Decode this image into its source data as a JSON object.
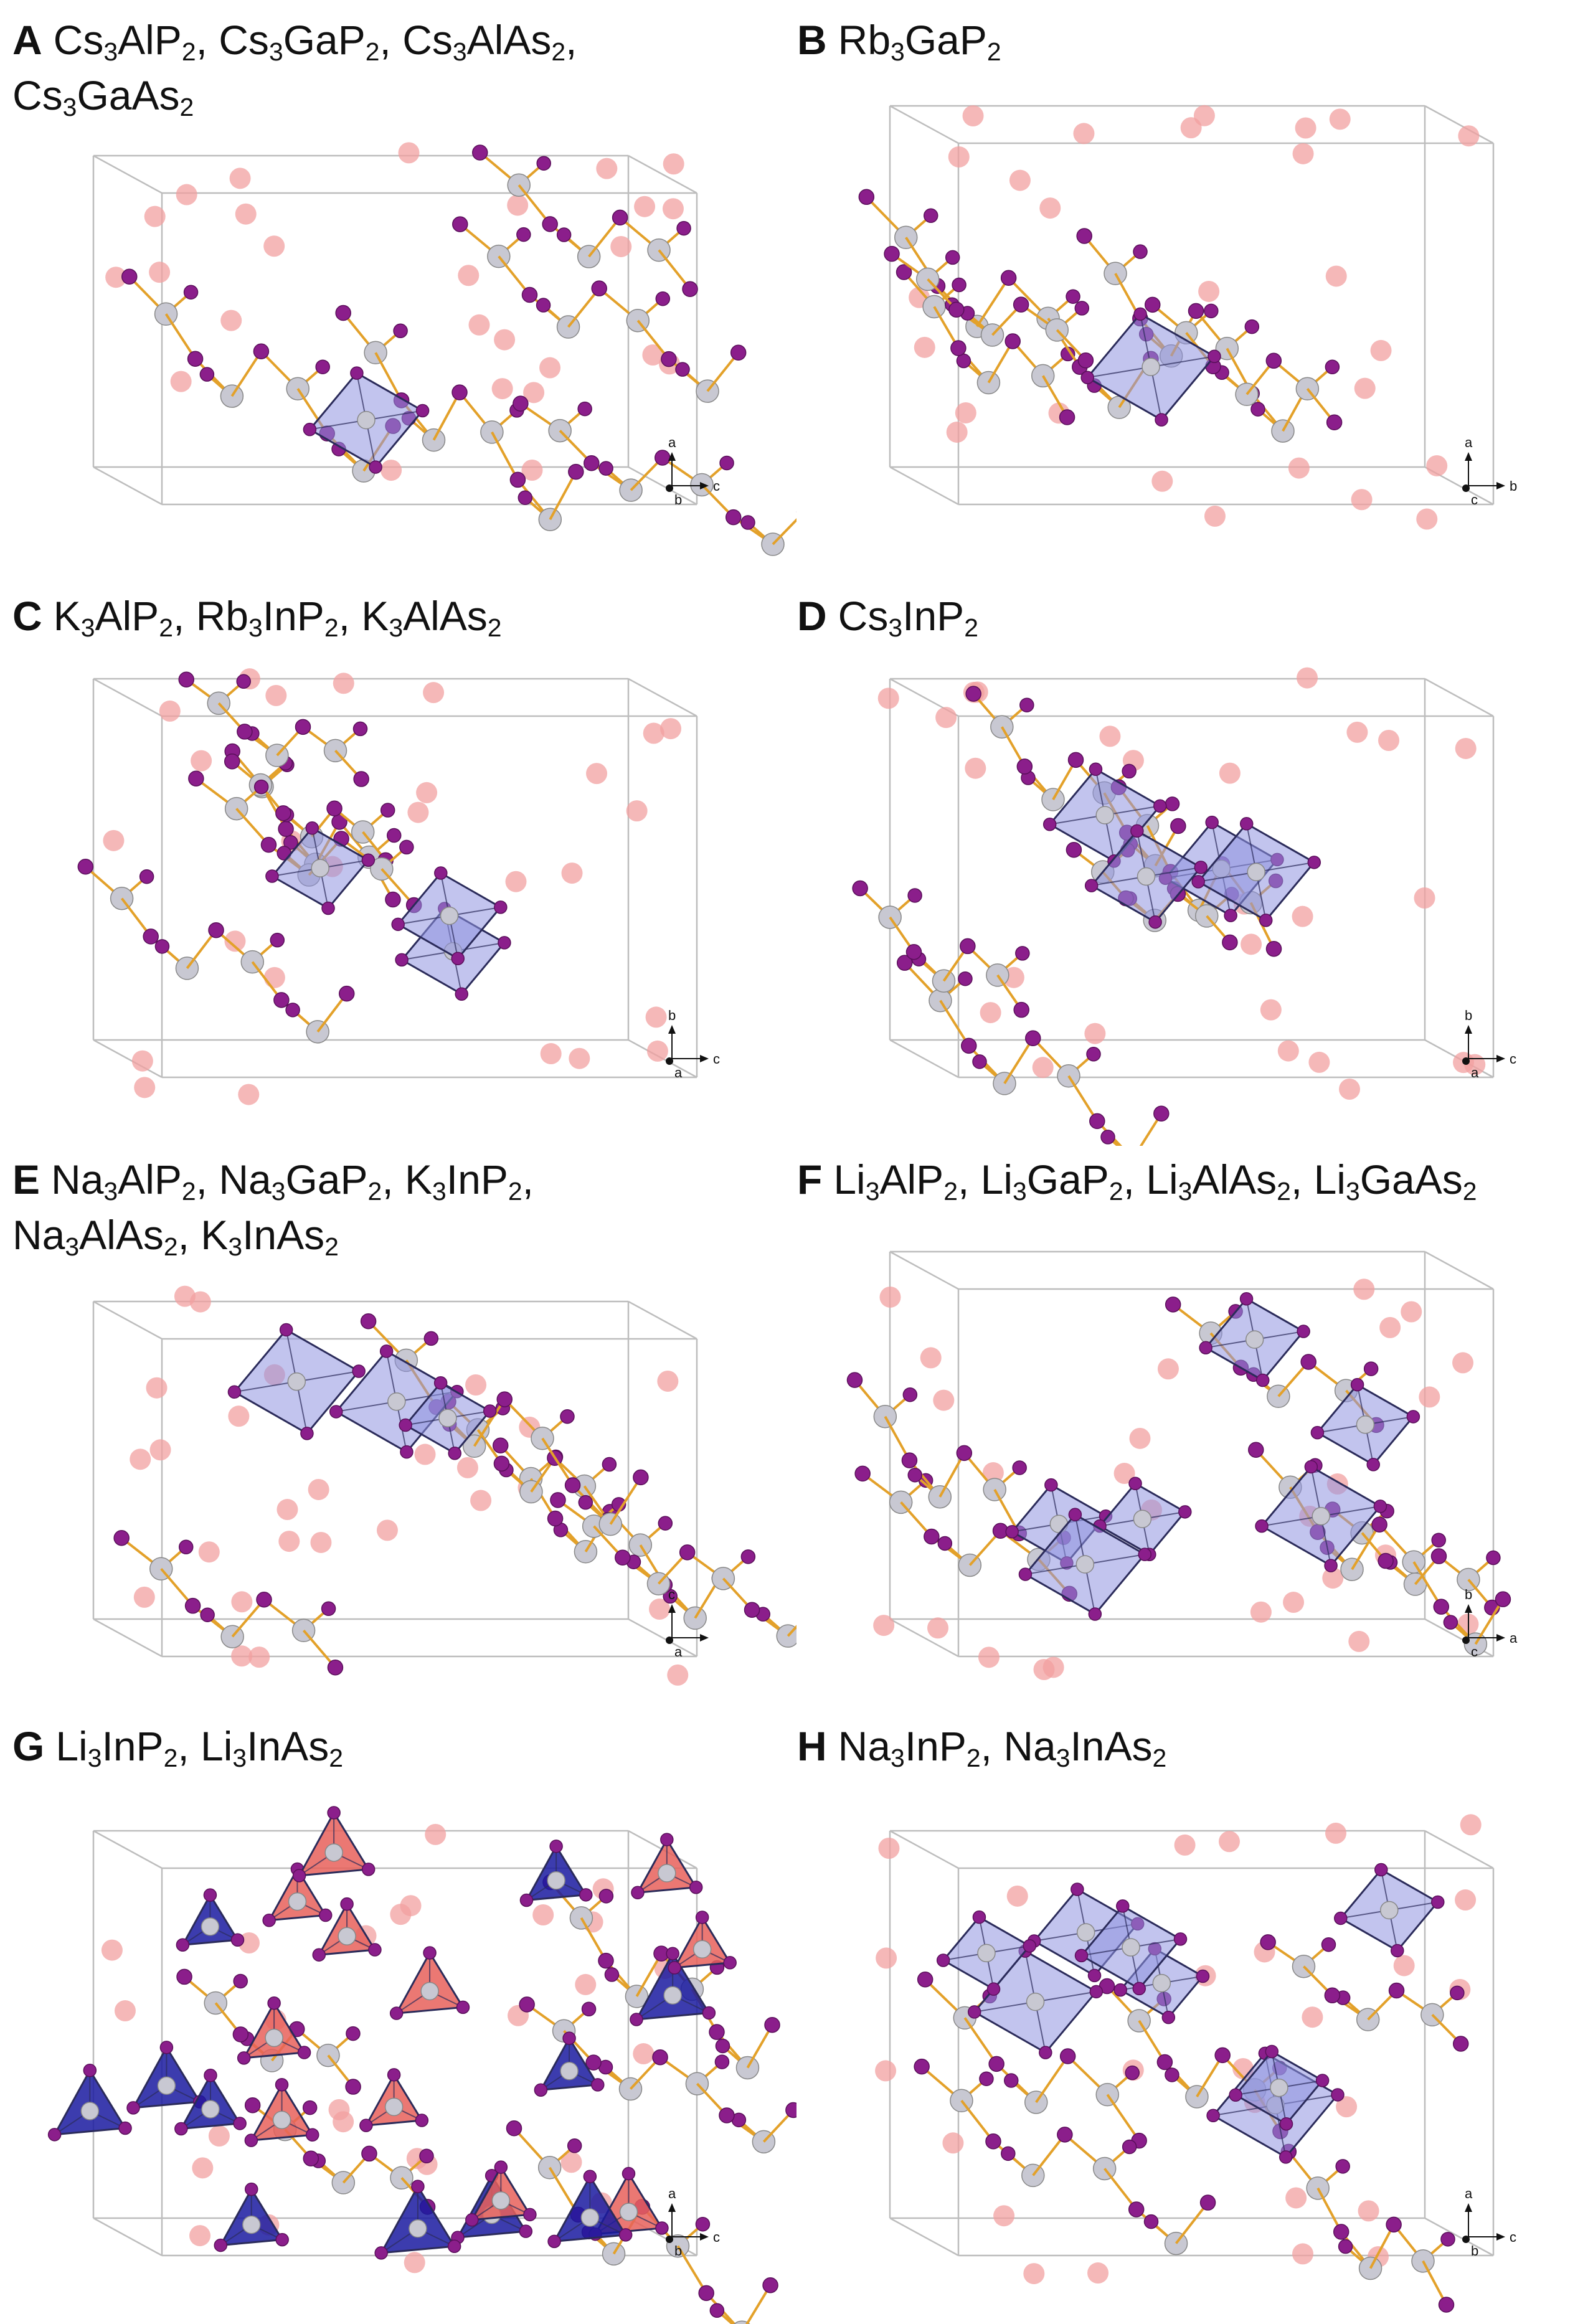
{
  "panels": [
    {
      "letter": "A",
      "lines": [
        [
          "Cs",
          "3",
          "AlP",
          "2",
          ", Cs",
          "3",
          "GaP",
          "2",
          ", Cs",
          "3",
          "AlAs",
          "2",
          ","
        ],
        [
          "Cs",
          "3",
          "GaAs",
          "2"
        ]
      ],
      "axes": {
        "up": "a",
        "right": "c",
        "dot": "b"
      }
    },
    {
      "letter": "B",
      "lines": [
        [
          "Rb",
          "3",
          "GaP",
          "2"
        ]
      ],
      "axes": {
        "up": "a",
        "right": "b",
        "dot": "c"
      }
    },
    {
      "letter": "C",
      "lines": [
        [
          "K",
          "3",
          "AlP",
          "2",
          ", Rb",
          "3",
          "InP",
          "2",
          ", K",
          "3",
          "AlAs",
          "2"
        ]
      ],
      "axes": {
        "up": "b",
        "right": "c",
        "dot": "a"
      }
    },
    {
      "letter": "D",
      "lines": [
        [
          "Cs",
          "3",
          "InP",
          "2"
        ]
      ],
      "axes": {
        "up": "b",
        "right": "c",
        "dot": "a"
      }
    },
    {
      "letter": "E",
      "lines": [
        [
          "Na",
          "3",
          "AlP",
          "2",
          ", Na",
          "3",
          "GaP",
          "2",
          ", K",
          "3",
          "InP",
          "2",
          ","
        ],
        [
          "Na",
          "3",
          "AlAs",
          "2",
          ", K",
          "3",
          "InAs",
          "2"
        ]
      ],
      "axes": {
        "up": "c",
        "right": "",
        "dot": "a"
      }
    },
    {
      "letter": "F",
      "lines": [
        [
          "Li",
          "3",
          "AlP",
          "2",
          ", Li",
          "3",
          "GaP",
          "2",
          ", Li",
          "3",
          "AlAs",
          "2",
          ", Li",
          "3",
          "GaAs",
          "2"
        ]
      ],
      "axes": {
        "up": "b",
        "right": "a",
        "dot": "c"
      }
    },
    {
      "letter": "G",
      "lines": [
        [
          "Li",
          "3",
          "InP",
          "2",
          ", Li",
          "3",
          "InAs",
          "2"
        ]
      ],
      "axes": {
        "up": "a",
        "right": "c",
        "dot": "b"
      }
    },
    {
      "letter": "H",
      "lines": [
        [
          "Na",
          "3",
          "InP",
          "2",
          ", Na",
          "3",
          "InAs",
          "2"
        ]
      ],
      "axes": {
        "up": "a",
        "right": "c",
        "dot": "b"
      }
    }
  ],
  "colors": {
    "anion": "#8b1e8b",
    "cation_sphere": "#f2a0a0",
    "metal_sphere": "#c8c8d2",
    "bond": "#e3a12a",
    "polyhedron_fill": "#8f93e0",
    "polyhedron_edge": "#2b2b5a",
    "polyhedron_blue": "#1a1aa0",
    "polyhedron_red": "#e8605a",
    "cell_edge": "#bdbdbd"
  }
}
